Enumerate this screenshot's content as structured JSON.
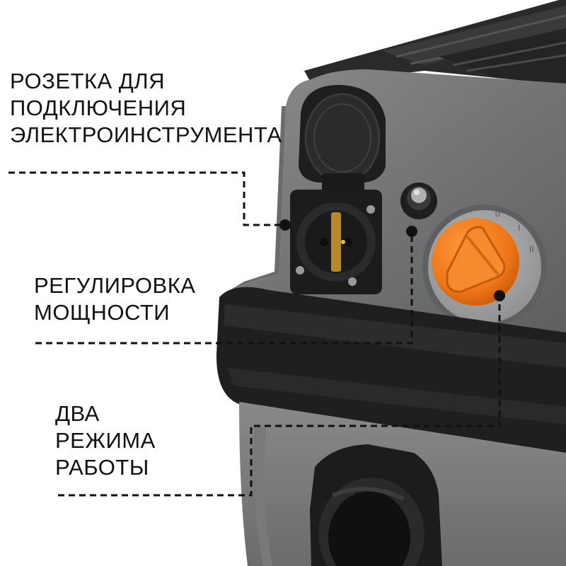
{
  "labels": {
    "socket": "РОЗЕТКА ДЛЯ\nПОДКЛЮЧЕНИЯ\nЭЛЕКТРОИНСТРУМЕНТА",
    "power": "РЕГУЛИРОВКА\nМОЩНОСТИ",
    "modes": "ДВА\nРЕЖИМА\nРАБОТЫ"
  },
  "colors": {
    "body_gray": "#6d6e70",
    "body_light": "#8a8b8d",
    "black_trim": "#1d1d1f",
    "orange_knob": "#f07a1e",
    "leader_line": "#111111"
  },
  "icons": [
    "socket-icon",
    "power-knob-icon",
    "mode-switch-icon"
  ]
}
